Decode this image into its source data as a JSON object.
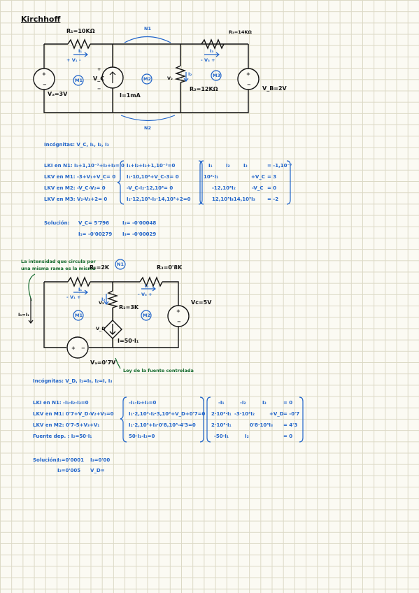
{
  "page_title": "Kirchhoff",
  "circuit1": {
    "r1": "R₁=10KΩ",
    "r2": "R₂=12KΩ",
    "r3": "R₃=14KΩ",
    "va": "Vₐ=3V",
    "vb": "V_B=2V",
    "i_source": "I=1mA",
    "vc": "V_C",
    "vc_plus": "+",
    "vc_minus": "−",
    "i1": "I₁",
    "v1": "+ V₁ -",
    "i2": "I₂",
    "v2": "V₂",
    "i3": "I₃",
    "v3": "- V₃ +",
    "n1": "N1",
    "n2": "N2",
    "m1": "M1",
    "m2": "M2",
    "m3": "M3",
    "unknowns": "Incógnitas: V_C, I₁, I₂, I₃",
    "equations": [
      "LKI en N1: I₁+1,10⁻³+I₂+I₃= 0",
      "LKV en M1: -3+V₁+V_C= 0",
      "LKV en M2: -V_C-V₂= 0",
      "LKV en M3: V₂-V₃+2= 0"
    ],
    "substituted": [
      "I₁+I₂+I₃+1,10⁻³=0",
      "I₁·10,10³+V_C-3= 0",
      "-V_C-I₂·12,10³= 0",
      "I₂·12,10³-I₃·14,10³+2=0"
    ],
    "matrix": [
      [
        "I₁",
        "I₂",
        "I₃",
        "= -1,10⁻³"
      ],
      [
        "10³·I₁",
        "",
        "+V_C",
        "= 3"
      ],
      [
        "",
        "-12,10³I₂",
        "-V_C",
        "= 0"
      ],
      [
        "",
        "12,10³I₂",
        "-14,10³I₃",
        "= -2"
      ]
    ],
    "solution_label": "Solución:",
    "solution": [
      "V_C= 5'796",
      "I₂= -0'00048",
      "I₁= -0'00279",
      "I₃= -0'00029"
    ]
  },
  "circuit2": {
    "note": "La intensidad que circula por una misma rama es la misma",
    "r1": "R₁=2K",
    "r2": "R₂=3K",
    "r3": "R₃=0'8K",
    "vc": "Vc=5V",
    "va": "Vₐ=0'7V",
    "dep_source": "I=50·I₁",
    "i0": "I₀=I₁",
    "i1": "I₁",
    "v1": "- V₁ +",
    "i2": "I₂",
    "v2": "V₂",
    "i3": "I₃",
    "v3": "- V₃ +",
    "vd": "V_D",
    "m1": "M1",
    "m2": "M2",
    "n1": "N1",
    "dep_note": "Ley de la fuente controlada",
    "unknowns": "Incógnitas: V_D, I₁=I₀, I₂=I, I₃",
    "equations": [
      "LKI en N1: -I₁-I₂-I₃=0",
      "LKV en M1: 0'7+V_D-V₂+V₁=0",
      "LKV en M2: 0'7-5+V₃+V₁",
      "Fuente dep. : I₂=50·I₁"
    ],
    "substituted": [
      "-I₁-I₂+I₃=0",
      "I₁·2,10³-I₂·3,10³+V_D+0'7=0",
      "I₁·2,10³+I₃·0'8,10³-4'3=0",
      "50·I₁-I₂=0"
    ],
    "matrix": [
      [
        "-I₁",
        "-I₂",
        "I₃",
        "= 0"
      ],
      [
        "2·10³·I₁",
        "-3·10³I₂",
        "+V_D",
        "= -0'7"
      ],
      [
        "2·10³·I₁",
        "",
        "0'8·10³I₃",
        "= 4'3"
      ],
      [
        "-50·I₁",
        "I₂",
        "",
        "= 0"
      ]
    ],
    "solution_label": "Solución:",
    "solution": [
      "I₁=0'0001",
      "I₃=0'00",
      "I₂=0'005",
      "V_D="
    ]
  }
}
